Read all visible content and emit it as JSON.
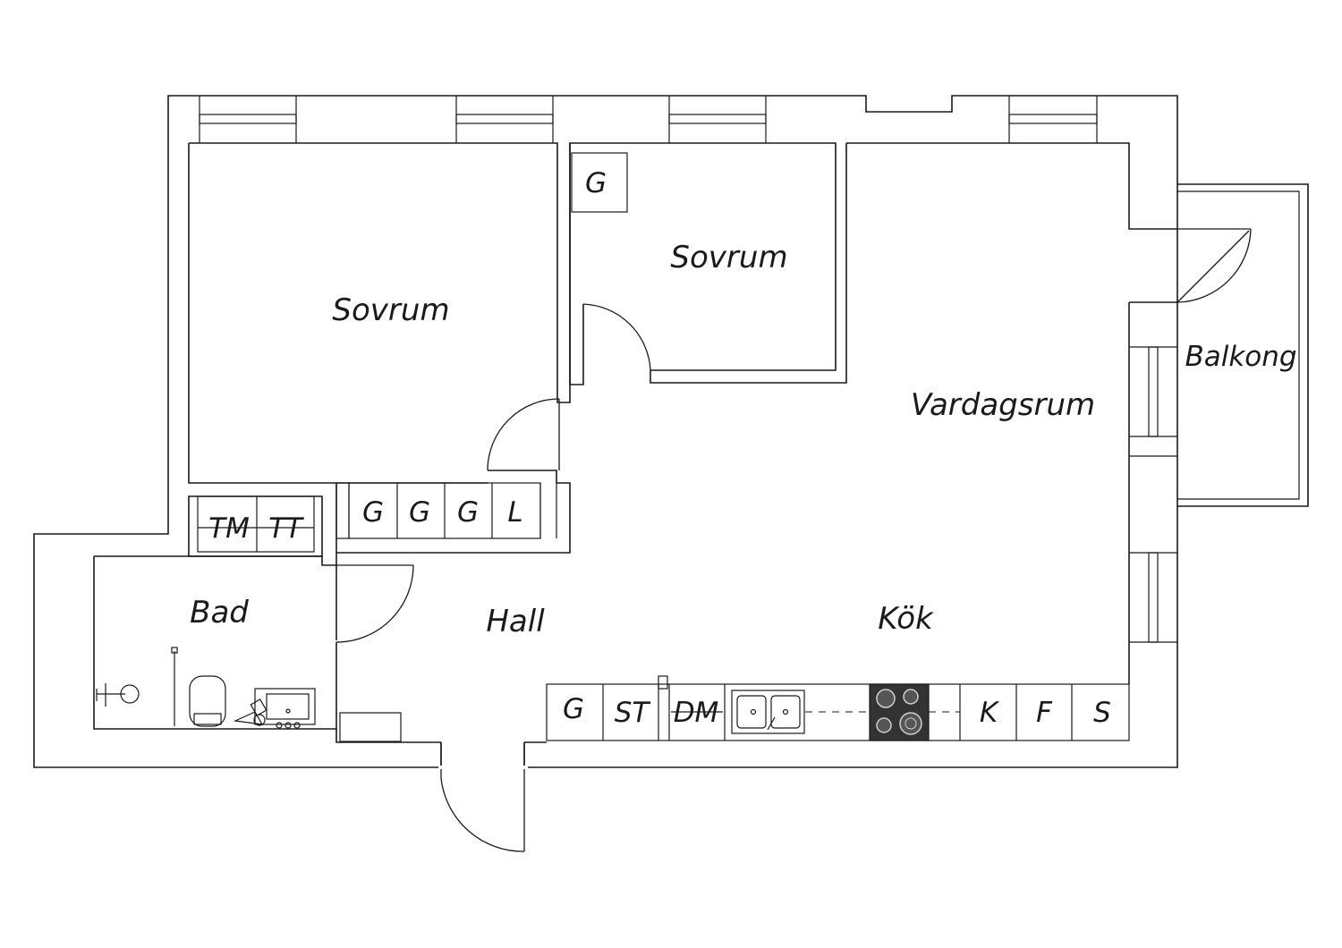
{
  "rooms": {
    "sovrum_large": "Sovrum",
    "sovrum_small": "Sovrum",
    "vardagsrum": "Vardagsrum",
    "balkong": "Balkong",
    "bad": "Bad",
    "hall": "Hall",
    "kok": "Kök"
  },
  "fixtures": {
    "small_room_wardrobe": "G",
    "tm": "TM",
    "tt": "TT",
    "hall_g1": "G",
    "hall_g2": "G",
    "hall_g3": "G",
    "hall_l": "L",
    "kitchen_g": "G",
    "kitchen_st": "ST",
    "kitchen_dm": "DM",
    "kitchen_k": "K",
    "kitchen_f": "F",
    "kitchen_s": "S"
  },
  "colors": {
    "line": "#1a1a1a",
    "background": "#ffffff",
    "stove": "#333333"
  }
}
